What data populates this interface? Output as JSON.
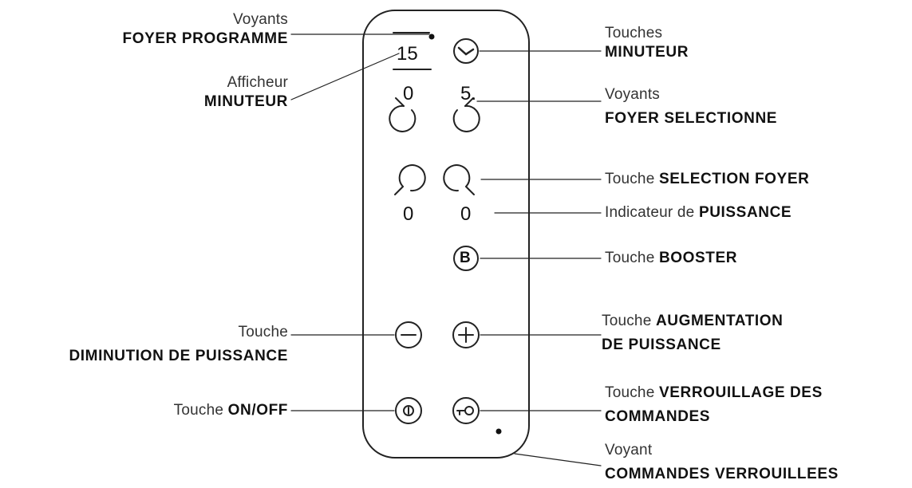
{
  "panel": {
    "timer_display": "15",
    "top_zones": [
      {
        "level": "0"
      },
      {
        "level": "5."
      }
    ],
    "bottom_zones": [
      {
        "level": "0"
      },
      {
        "level": "0"
      }
    ],
    "booster_glyph": "B",
    "minus_glyph": "−",
    "plus_glyph": "+"
  },
  "labels": {
    "foyer_programme": {
      "line1": "Voyants",
      "line2": "FOYER  PROGRAMME"
    },
    "afficheur_minuteur": {
      "line1": "Afficheur",
      "line2": "MINUTEUR"
    },
    "touches_minuteur": {
      "line1": "Touches",
      "line2": "MINUTEUR"
    },
    "foyer_selectionne": {
      "line1": "Voyants",
      "line2": "FOYER  SELECTIONNE"
    },
    "selection_foyer": {
      "prefix": "Touche ",
      "bold": "SELECTION FOYER"
    },
    "puissance": {
      "prefix": "Indicateur de ",
      "bold": "PUISSANCE"
    },
    "booster": {
      "prefix": "Touche ",
      "bold": "BOOSTER"
    },
    "diminution": {
      "line1": "Touche",
      "line2": "DIMINUTION  DE  PUISSANCE"
    },
    "augmentation": {
      "prefix": "Touche ",
      "bold1": "AUGMENTATION",
      "bold2": "DE  PUISSANCE"
    },
    "onoff": {
      "prefix": "Touche ",
      "bold": "ON/OFF"
    },
    "verrouillage": {
      "prefix": "Touche ",
      "bold1": "VERROUILLAGE  DES",
      "bold2": "COMMANDES"
    },
    "verrouillees": {
      "line1": "Voyant",
      "line2": "COMMANDES  VERROUILLEES"
    }
  }
}
